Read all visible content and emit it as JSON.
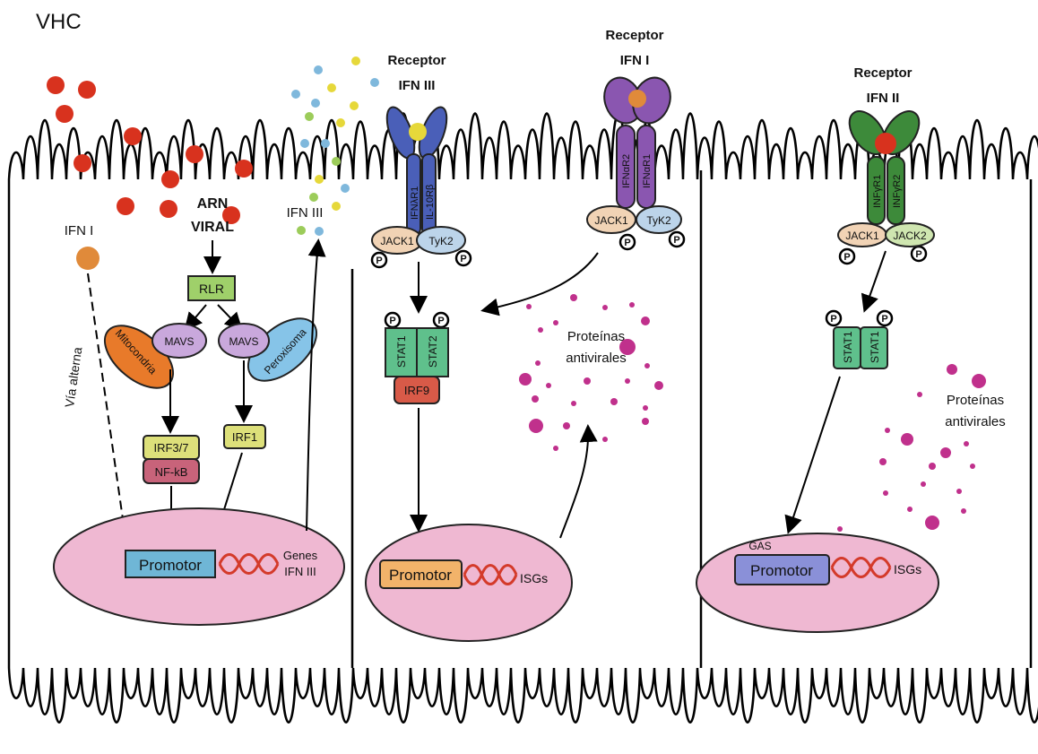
{
  "title": "VHC",
  "receptors": {
    "ifn3": {
      "line1": "Receptor",
      "line2": "IFN III",
      "chain1": "IFNλR1",
      "chain2": "IL-10Rβ",
      "kinase1": "JACK1",
      "kinase2": "TyK2"
    },
    "ifn1": {
      "line1": "Receptor",
      "line2": "IFN I",
      "chain1": "IFNαR2",
      "chain2": "IFNαR1",
      "kinase1": "JACK1",
      "kinase2": "TyK2"
    },
    "ifn2": {
      "line1": "Receptor",
      "line2": "IFN II",
      "chain1": "INFγR1",
      "chain2": "INFγR2",
      "kinase1": "JACK1",
      "kinase2": "JACK2"
    }
  },
  "phospho": "P",
  "cell1": {
    "ifn1_label": "IFN I",
    "arn_line1": "ARN",
    "arn_line2": "VIRAL",
    "rlr": "RLR",
    "mavs": "MAVS",
    "mitocondria": "Mitocondria",
    "peroxisoma": "Peroxisoma",
    "irf37": "IRF3/7",
    "nfkb": "NF-kB",
    "irf1": "IRF1",
    "via_alterna": "Vía alterna",
    "ifn3_label": "IFN III",
    "promotor": "Promotor",
    "genes_line1": "Genes",
    "genes_line2": "IFN III"
  },
  "cell2": {
    "stat1": "STAT1",
    "stat2": "STAT2",
    "irf9": "IRF9",
    "promotor": "Promotor",
    "isgs": "ISGs",
    "proteins_line1": "Proteínas",
    "proteins_line2": "antivirales"
  },
  "cell3": {
    "stat1a": "STAT1",
    "stat1b": "STAT1",
    "gas": "GAS",
    "promotor": "Promotor",
    "isgs": "ISGs",
    "proteins_line1": "Proteínas",
    "proteins_line2": "antivirales"
  },
  "colors": {
    "virus": "#d8321e",
    "ifn1": "#e08a3a",
    "ifn3_yellow": "#e6d83a",
    "ifn3_blue": "#7fb8dc",
    "ifn3_green": "#9ccc5a",
    "nucleus": "#efb8d2",
    "antiviral_protein": "#c0308c",
    "receptor_ifn3": "#4a5fb8",
    "receptor_ifn1": "#8a56b0",
    "receptor_ifn2": "#3d8a3a"
  }
}
